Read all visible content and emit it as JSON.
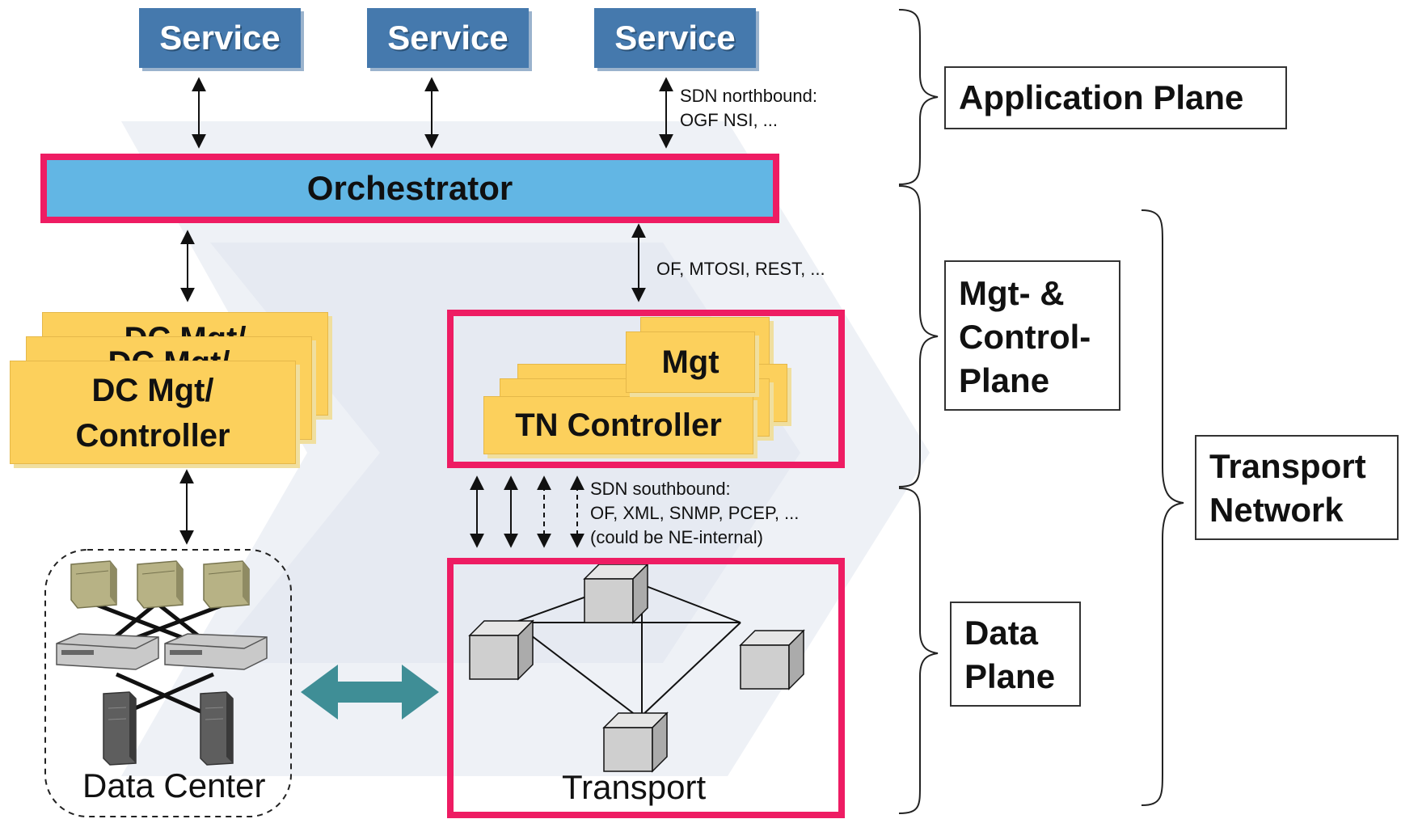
{
  "services": [
    {
      "label": "Service"
    },
    {
      "label": "Service"
    },
    {
      "label": "Service"
    }
  ],
  "orchestrator": {
    "label": "Orchestrator"
  },
  "dc_controller": {
    "label_line1": "DC Mgt/",
    "label_line2": "Controller",
    "back_label": "DC Mgt/"
  },
  "tn": {
    "mgt_label": "Mgt",
    "controller_label": "TN Controller"
  },
  "protocols": {
    "northbound_line1": "SDN northbound:",
    "northbound_line2": "OGF NSI, ...",
    "middle": "OF, MTOSI, REST, ...",
    "southbound_line1": "SDN southbound:",
    "southbound_line2": "OF, XML, SNMP, PCEP, ...",
    "southbound_line3": "(could be NE-internal)"
  },
  "planes": {
    "application": "Application Plane",
    "mgt_control_line1": "Mgt- &",
    "mgt_control_line2": "Control-",
    "mgt_control_line3": "Plane",
    "data_line1": "Data",
    "data_line2": "Plane",
    "transport_network_line1": "Transport",
    "transport_network_line2": "Network"
  },
  "data_center": {
    "label": "Data Center"
  },
  "transport": {
    "label": "Transport"
  },
  "colors": {
    "service_blue": "#4579ad",
    "orchestrator_blue": "#62b6e4",
    "frame_pink": "#ee1c63",
    "card_yellow": "#fcd05c",
    "link_teal": "#3f8e96"
  }
}
